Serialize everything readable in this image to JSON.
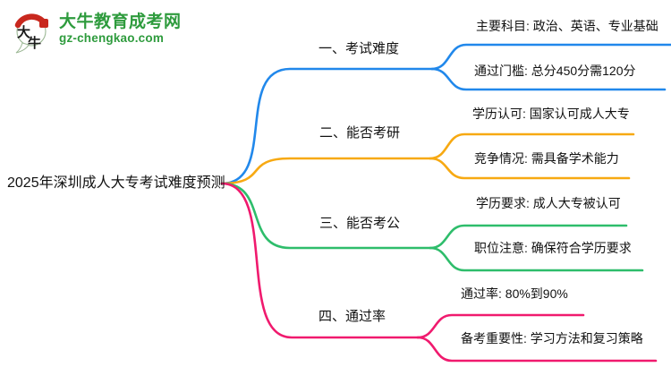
{
  "brand": {
    "icon_char_top": "大",
    "icon_char_bottom": "牛",
    "site_name": "大牛教育成考网",
    "site_url": "gz-chengkao.com",
    "color": "#2E9B3D",
    "seal_color": "#C8281E"
  },
  "mindmap": {
    "central_topic": "2025年深圳成人大专考试难度预测",
    "text_color": "#111111",
    "branches": [
      {
        "label": "一、考试难度",
        "color": "#2188EB",
        "children": [
          "主要科目: 政治、英语、专业基础",
          "通过门槛: 总分450分需120分"
        ]
      },
      {
        "label": "二、能否考研",
        "color": "#F7A912",
        "children": [
          "学历认可: 国家认可成人大专",
          "竞争情况: 需具备学术能力"
        ]
      },
      {
        "label": "三、能否考公",
        "color": "#2EBD6B",
        "children": [
          "学历要求: 成人大专被认可",
          "职位注意: 确保符合学历要求"
        ]
      },
      {
        "label": "四、通过率",
        "color": "#F01A6E",
        "children": [
          "通过率: 80%到90%",
          "备考重要性: 学习方法和复习策略"
        ]
      }
    ]
  }
}
